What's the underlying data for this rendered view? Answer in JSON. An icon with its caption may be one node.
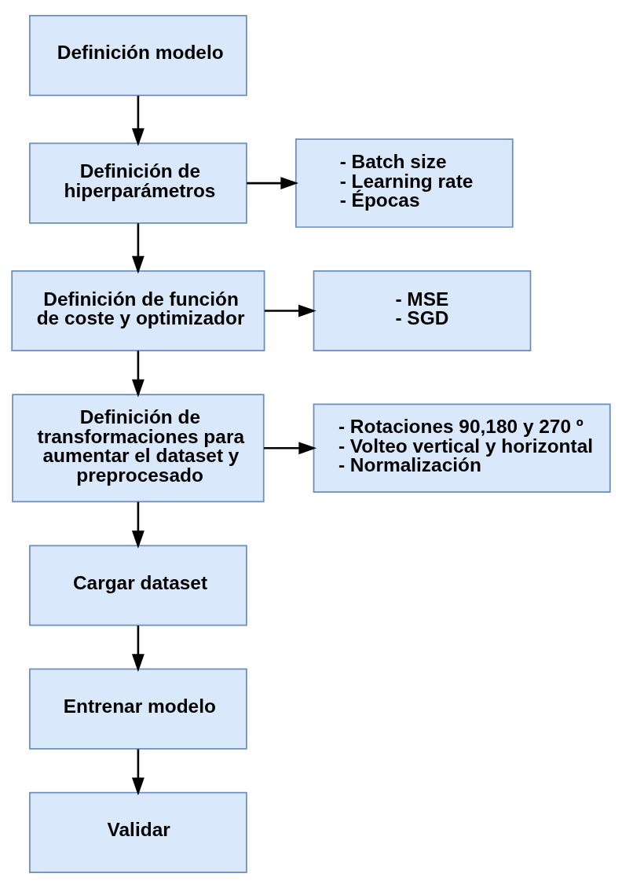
{
  "diagram": {
    "nodes": [
      {
        "text": [
          "Definición modelo"
        ]
      },
      {
        "text": [
          "Definición de hiperparámetros"
        ]
      },
      {
        "text": [
          "- Batch size",
          "- Learning rate",
          "- Épocas"
        ]
      },
      {
        "text": [
          "Definición de función de coste y optimizador"
        ]
      },
      {
        "text": [
          "- MSE",
          "- SGD"
        ]
      },
      {
        "text": [
          "Definición de transformaciones para aumentar el dataset y preprocesado"
        ]
      },
      {
        "text": [
          "- Rotaciones 90,180 y 270 º",
          "- Volteo vertical y horizontal",
          "- Normalización"
        ]
      },
      {
        "text": [
          "Cargar dataset"
        ]
      },
      {
        "text": [
          "Entrenar modelo"
        ]
      },
      {
        "text": [
          "Validar"
        ]
      }
    ],
    "edges": [
      {
        "from": 0,
        "to": 1,
        "arrow": "to"
      },
      {
        "from": 1,
        "to": 2,
        "arrow": "to"
      },
      {
        "from": 1,
        "to": 3,
        "arrow": "to"
      },
      {
        "from": 3,
        "to": 4,
        "arrow": "to"
      },
      {
        "from": 3,
        "to": 5,
        "arrow": "to"
      },
      {
        "from": 5,
        "to": 6,
        "arrow": "to"
      },
      {
        "from": 5,
        "to": 7,
        "arrow": "to"
      },
      {
        "from": 7,
        "to": 8,
        "arrow": "to"
      },
      {
        "from": 8,
        "to": 9,
        "arrow": "to"
      }
    ]
  }
}
